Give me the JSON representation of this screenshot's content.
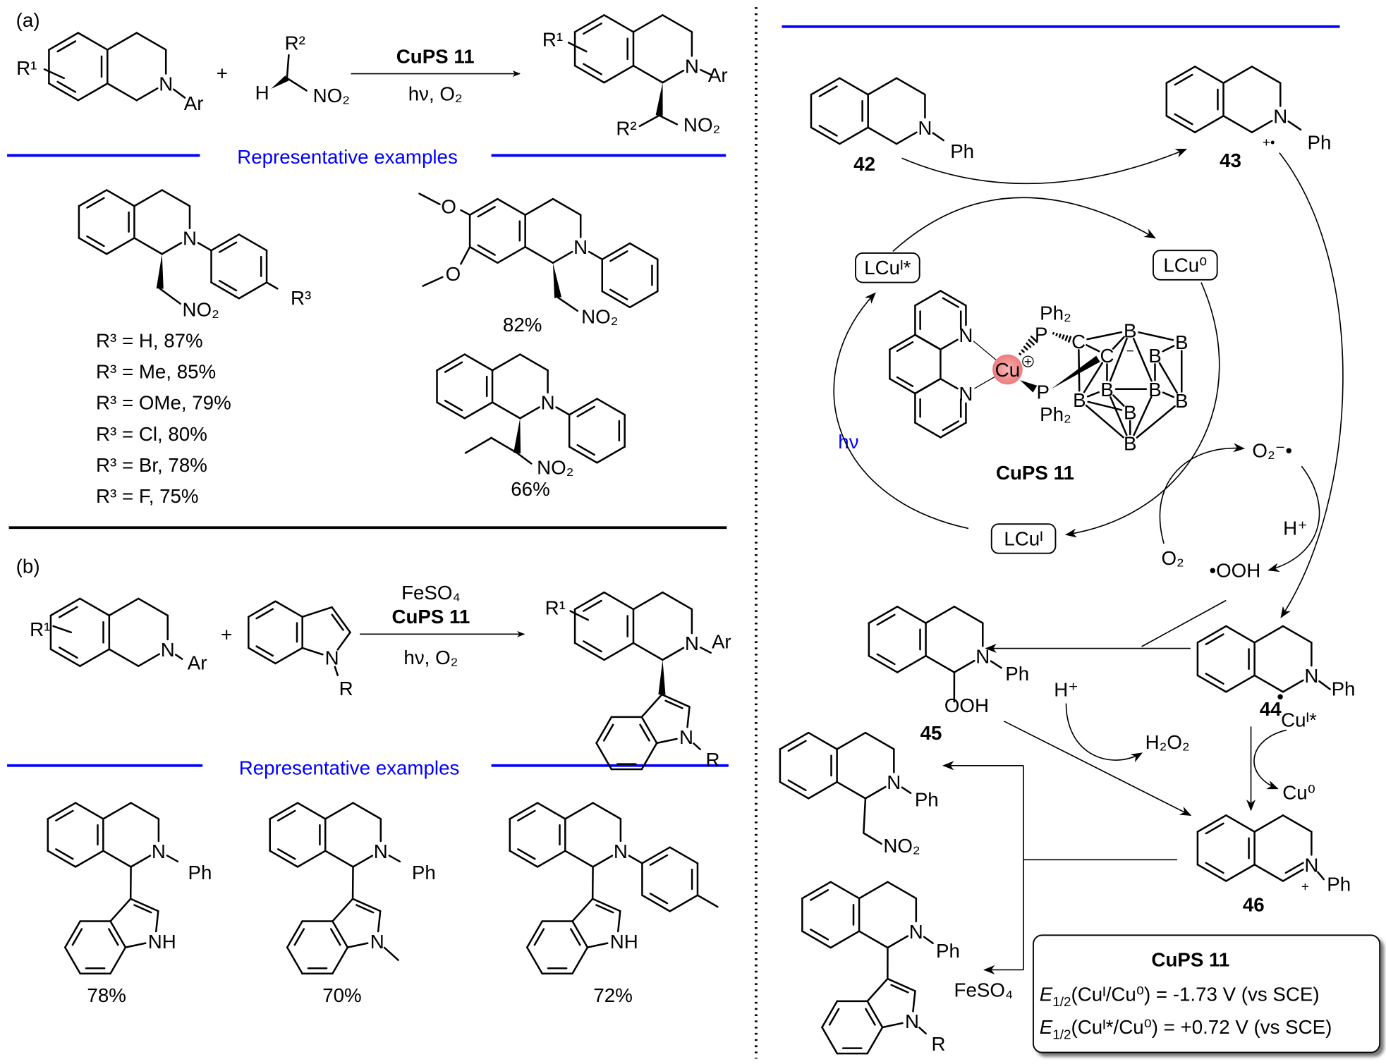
{
  "atoms": {
    "N": "N",
    "Ar": "Ar",
    "Ph": "Ph",
    "R": "R",
    "H": "H",
    "NH": "NH",
    "O": "O",
    "OOH": "OOH",
    "NO2": "NO₂",
    "R1": "R¹",
    "R2": "R²",
    "R3": "R³",
    "Ph2": "Ph₂",
    "P": "P",
    "C": "C",
    "B": "B",
    "Cu": "Cu",
    "minus": "−",
    "cu_charge": "+"
  },
  "panel_a": {
    "label": "(a)",
    "plus": "+",
    "reagent": "CuPS 11",
    "conditions": "hν, O₂",
    "section_title": "Representative examples",
    "r3_results": [
      "R³ = H, 87%",
      "R³ = Me, 85%",
      "R³ = OMe, 79%",
      "R³ = Cl, 80%",
      "R³ = Br, 78%",
      "R³  = F, 75%"
    ],
    "yields": [
      "82%",
      "66%"
    ]
  },
  "panel_b": {
    "label": "(b)",
    "plus": "+",
    "additive": "FeSO₄",
    "reagent": "CuPS 11",
    "conditions": "hν, O₂",
    "section_title": "Representative examples",
    "yields": [
      "78%",
      "70%",
      "72%"
    ]
  },
  "mechanism": {
    "compounds": {
      "c42": "42",
      "c43": "43",
      "c44": "44",
      "c45": "45",
      "c46": "46"
    },
    "lcu_excited": "LCuᴵ*",
    "lcu0": "LCu⁰",
    "lcu1": "LCuᴵ",
    "hv": "hν",
    "catalyst_label": "CuPS 11",
    "superoxide": "O₂⁻•",
    "proton": "H⁺",
    "hydroperoxyl": "•OOH",
    "oxygen": "O₂",
    "proton2": "H⁺",
    "h2o2": "H₂O₂",
    "cu_excited": "Cuᴵ*",
    "cu0": "Cu⁰",
    "feso4": "FeSO₄",
    "radical_cation": "+•",
    "radical_dot": "•",
    "iminium_plus": "+"
  },
  "info_box": {
    "title": "CuPS 11",
    "e_symbol": "E",
    "e_sub": "1/2",
    "line1": "(Cuᴵ/Cu⁰) = -1.73 V (vs SCE)",
    "line2": "(Cuᴵ*/Cu⁰) = +0.72 V (vs SCE)"
  },
  "colors": {
    "accent": "#0000ff",
    "cu_highlight": "#f08080",
    "text": "#000000"
  }
}
